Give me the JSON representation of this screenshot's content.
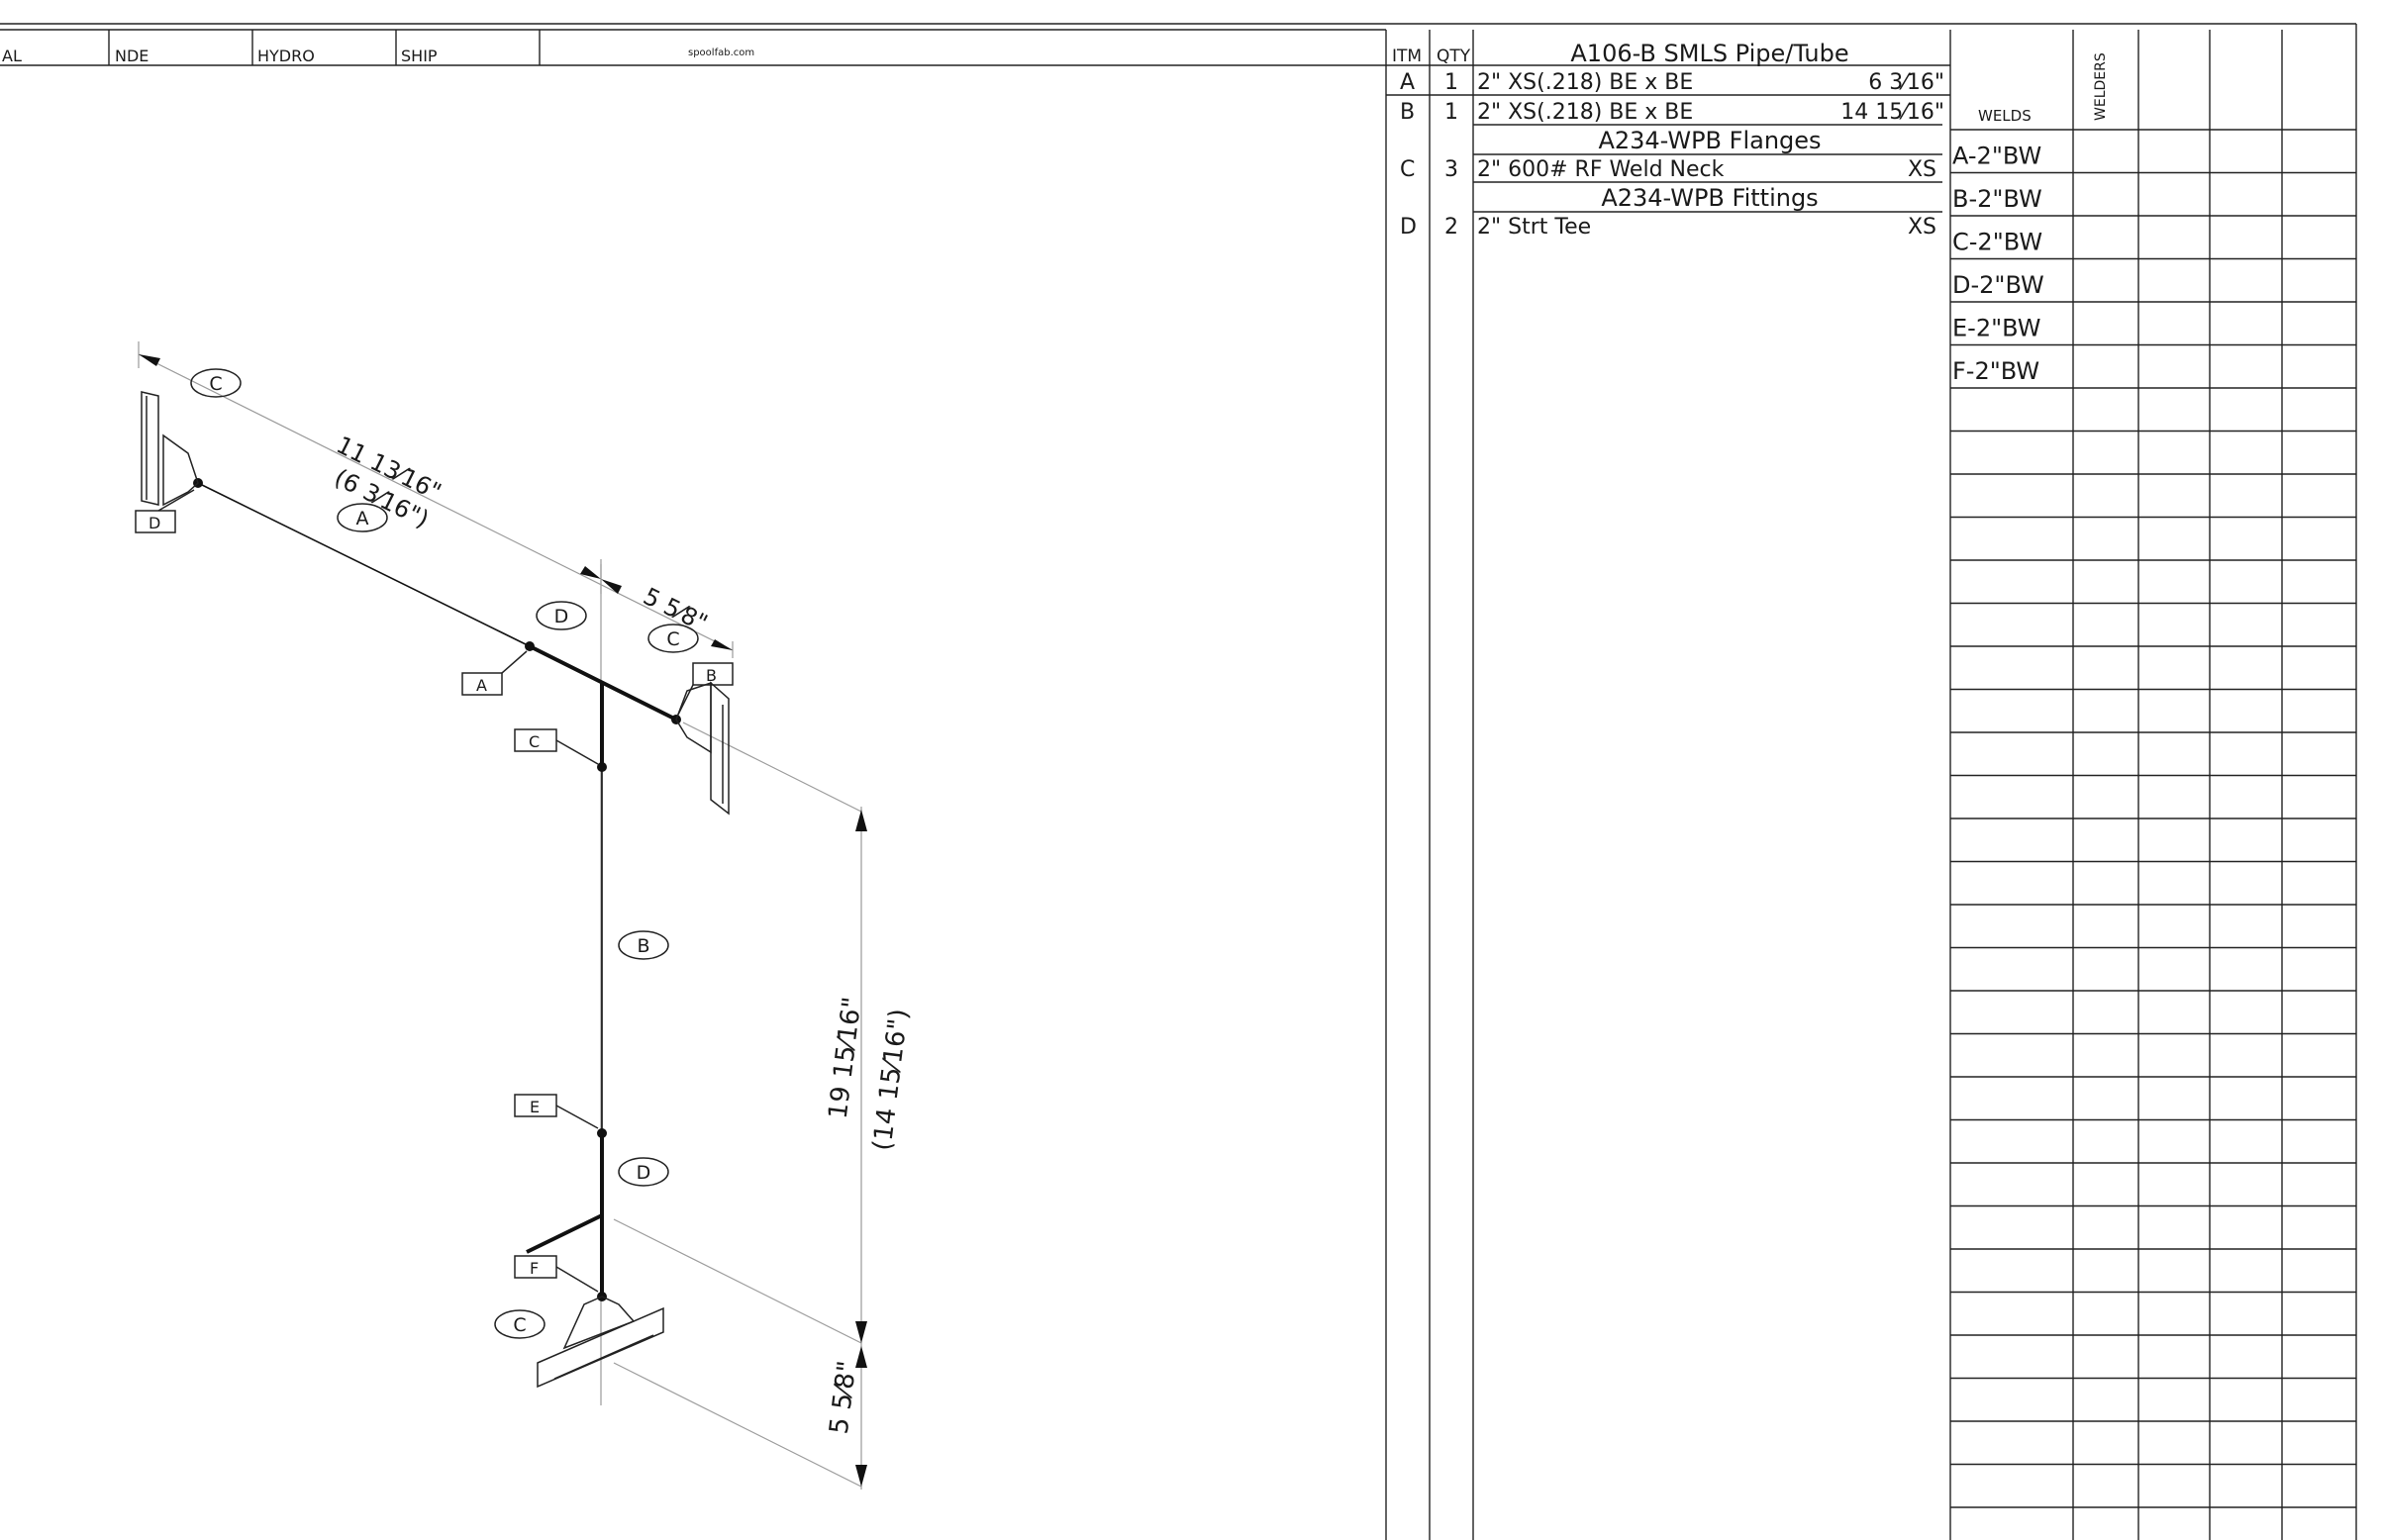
{
  "header": {
    "cells": [
      "AL",
      "NDE",
      "HYDRO",
      "SHIP",
      "",
      "spoolfab.com"
    ]
  },
  "bom": {
    "col_item": "ITM",
    "col_qty": "QTY",
    "sections": [
      {
        "title": "A106-B SMLS Pipe/Tube",
        "rows": [
          {
            "item": "A",
            "qty": "1",
            "desc": "2\" XS(.218)  BE x BE",
            "right": "6 3⁄16\""
          },
          {
            "item": "B",
            "qty": "1",
            "desc": "2\" XS(.218)  BE x BE",
            "right": "14 15⁄16\""
          }
        ]
      },
      {
        "title": "A234-WPB Flanges",
        "rows": [
          {
            "item": "C",
            "qty": "3",
            "desc": "2\" 600# RF Weld Neck",
            "right": "XS"
          }
        ]
      },
      {
        "title": "A234-WPB Fittings",
        "rows": [
          {
            "item": "D",
            "qty": "2",
            "desc": "2\" Strt Tee",
            "right": "XS"
          }
        ]
      }
    ]
  },
  "welds": {
    "header_welds": "WELDS",
    "header_welders": "WELDERS",
    "rows": [
      "A-2\"BW",
      "B-2\"BW",
      "C-2\"BW",
      "D-2\"BW",
      "E-2\"BW",
      "F-2\"BW"
    ],
    "blank_rows": 27
  },
  "drawing": {
    "balloons": [
      {
        "text": "C",
        "name": "balloon-c-top"
      },
      {
        "text": "A",
        "name": "balloon-a"
      },
      {
        "text": "D",
        "name": "balloon-d-top"
      },
      {
        "text": "C",
        "name": "balloon-c-right"
      },
      {
        "text": "B",
        "name": "balloon-b"
      },
      {
        "text": "D",
        "name": "balloon-d-bottom"
      },
      {
        "text": "C",
        "name": "balloon-c-bottom"
      }
    ],
    "weld_tags": [
      "D",
      "A",
      "B",
      "C",
      "E",
      "F"
    ],
    "dims": {
      "top_main": "11 13⁄16\"",
      "top_sub": "(6 3⁄16\")",
      "top_short": "5 5⁄8\"",
      "vert_main": "19 15⁄16\"",
      "vert_sub": "(14 15⁄16\")",
      "vert_short": "5 5⁄8\""
    }
  }
}
